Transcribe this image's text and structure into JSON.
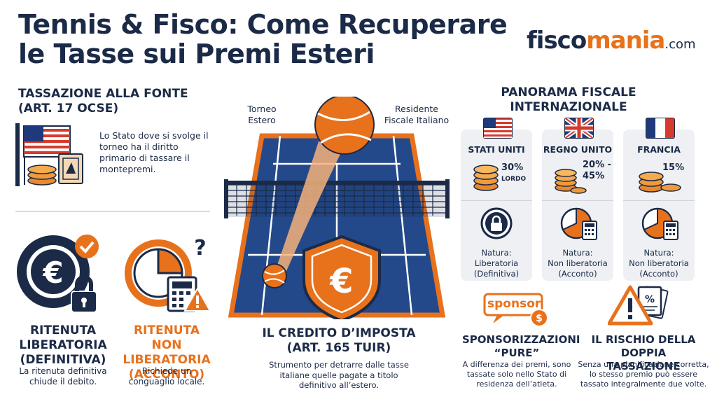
{
  "header": {
    "title_line1": "Tennis & Fisco: Come Recuperare",
    "title_line2": "le Tasse sui Premi Esteri",
    "logo_part1": "fisco",
    "logo_part2": "mania",
    "logo_part3": ".com"
  },
  "source_tax": {
    "heading_line1": "TASSAZIONE ALLA FONTE",
    "heading_line2": "(ART. 17 OCSE)",
    "description": "Lo Stato dove si svolge il torneo ha il diritto primario di tassare il montepremi."
  },
  "withholding_final": {
    "heading_line1": "RITENUTA",
    "heading_line2": "LIBERATORIA",
    "heading_line3": "(DEFINITIVA)",
    "description_line1": "La ritenuta definitiva",
    "description_line2": "chiude il debito."
  },
  "withholding_advance": {
    "heading_line1": "RITENUTA",
    "heading_line2": "NON LIBERATORIA",
    "heading_line3": "(ACCONTO)",
    "description_line1": "Richiede un",
    "description_line2": "conguaglio locale."
  },
  "court": {
    "label_left_line1": "Torneo",
    "label_left_line2": "Estero",
    "label_right_line1": "Residente",
    "label_right_line2": "Fiscale Italiano"
  },
  "tax_credit": {
    "heading_line1": "IL CREDITO D’IMPOSTA",
    "heading_line2": "(ART. 165 TUIR)",
    "description_line1": "Strumento per detrarre dalle tasse",
    "description_line2": "italiane quelle pagate a titolo",
    "description_line3": "definitivo all’estero."
  },
  "international": {
    "heading_line1": "PANORAMA FISCALE",
    "heading_line2": "INTERNAZIONALE",
    "countries": [
      {
        "name": "STATI UNITI",
        "rate_line1": "30%",
        "rate_line2": "LORDO",
        "nature_line1": "Natura:",
        "nature_line2": "Liberatoria",
        "nature_line3": "(Definitiva)",
        "flag": "us-flag"
      },
      {
        "name": "REGNO UNITO",
        "rate_line1": "20% -",
        "rate_line2": "45%",
        "nature_line1": "Natura:",
        "nature_line2": "Non liberatoria",
        "nature_line3": "(Acconto)",
        "flag": "uk-flag"
      },
      {
        "name": "FRANCIA",
        "rate_line1": "15%",
        "rate_line2": "",
        "nature_line1": "Natura:",
        "nature_line2": "Non liberatoria",
        "nature_line3": "(Acconto)",
        "flag": "fr-flag"
      }
    ]
  },
  "sponsorships": {
    "badge": "sponsor",
    "heading_line1": "SPONSORIZZAZIONI",
    "heading_line2": "“PURE”",
    "description_line1": "A differenza dei premi, sono",
    "description_line2": "tassate solo nello Stato di",
    "description_line3": "residenza dell’atleta."
  },
  "double_tax": {
    "heading_line1": "IL RISCHIO DELLA",
    "heading_line2": "DOPPIA TASSAZIONE",
    "description_line1": "Senza una pianificazione corretta,",
    "description_line2": "lo stesso premio può essere",
    "description_line3": "tassato integralmente due volte.",
    "doc_symbol": "%"
  },
  "colors": {
    "navy": "#1b2a47",
    "orange": "#e8711c",
    "court_blue": "#23498b"
  }
}
